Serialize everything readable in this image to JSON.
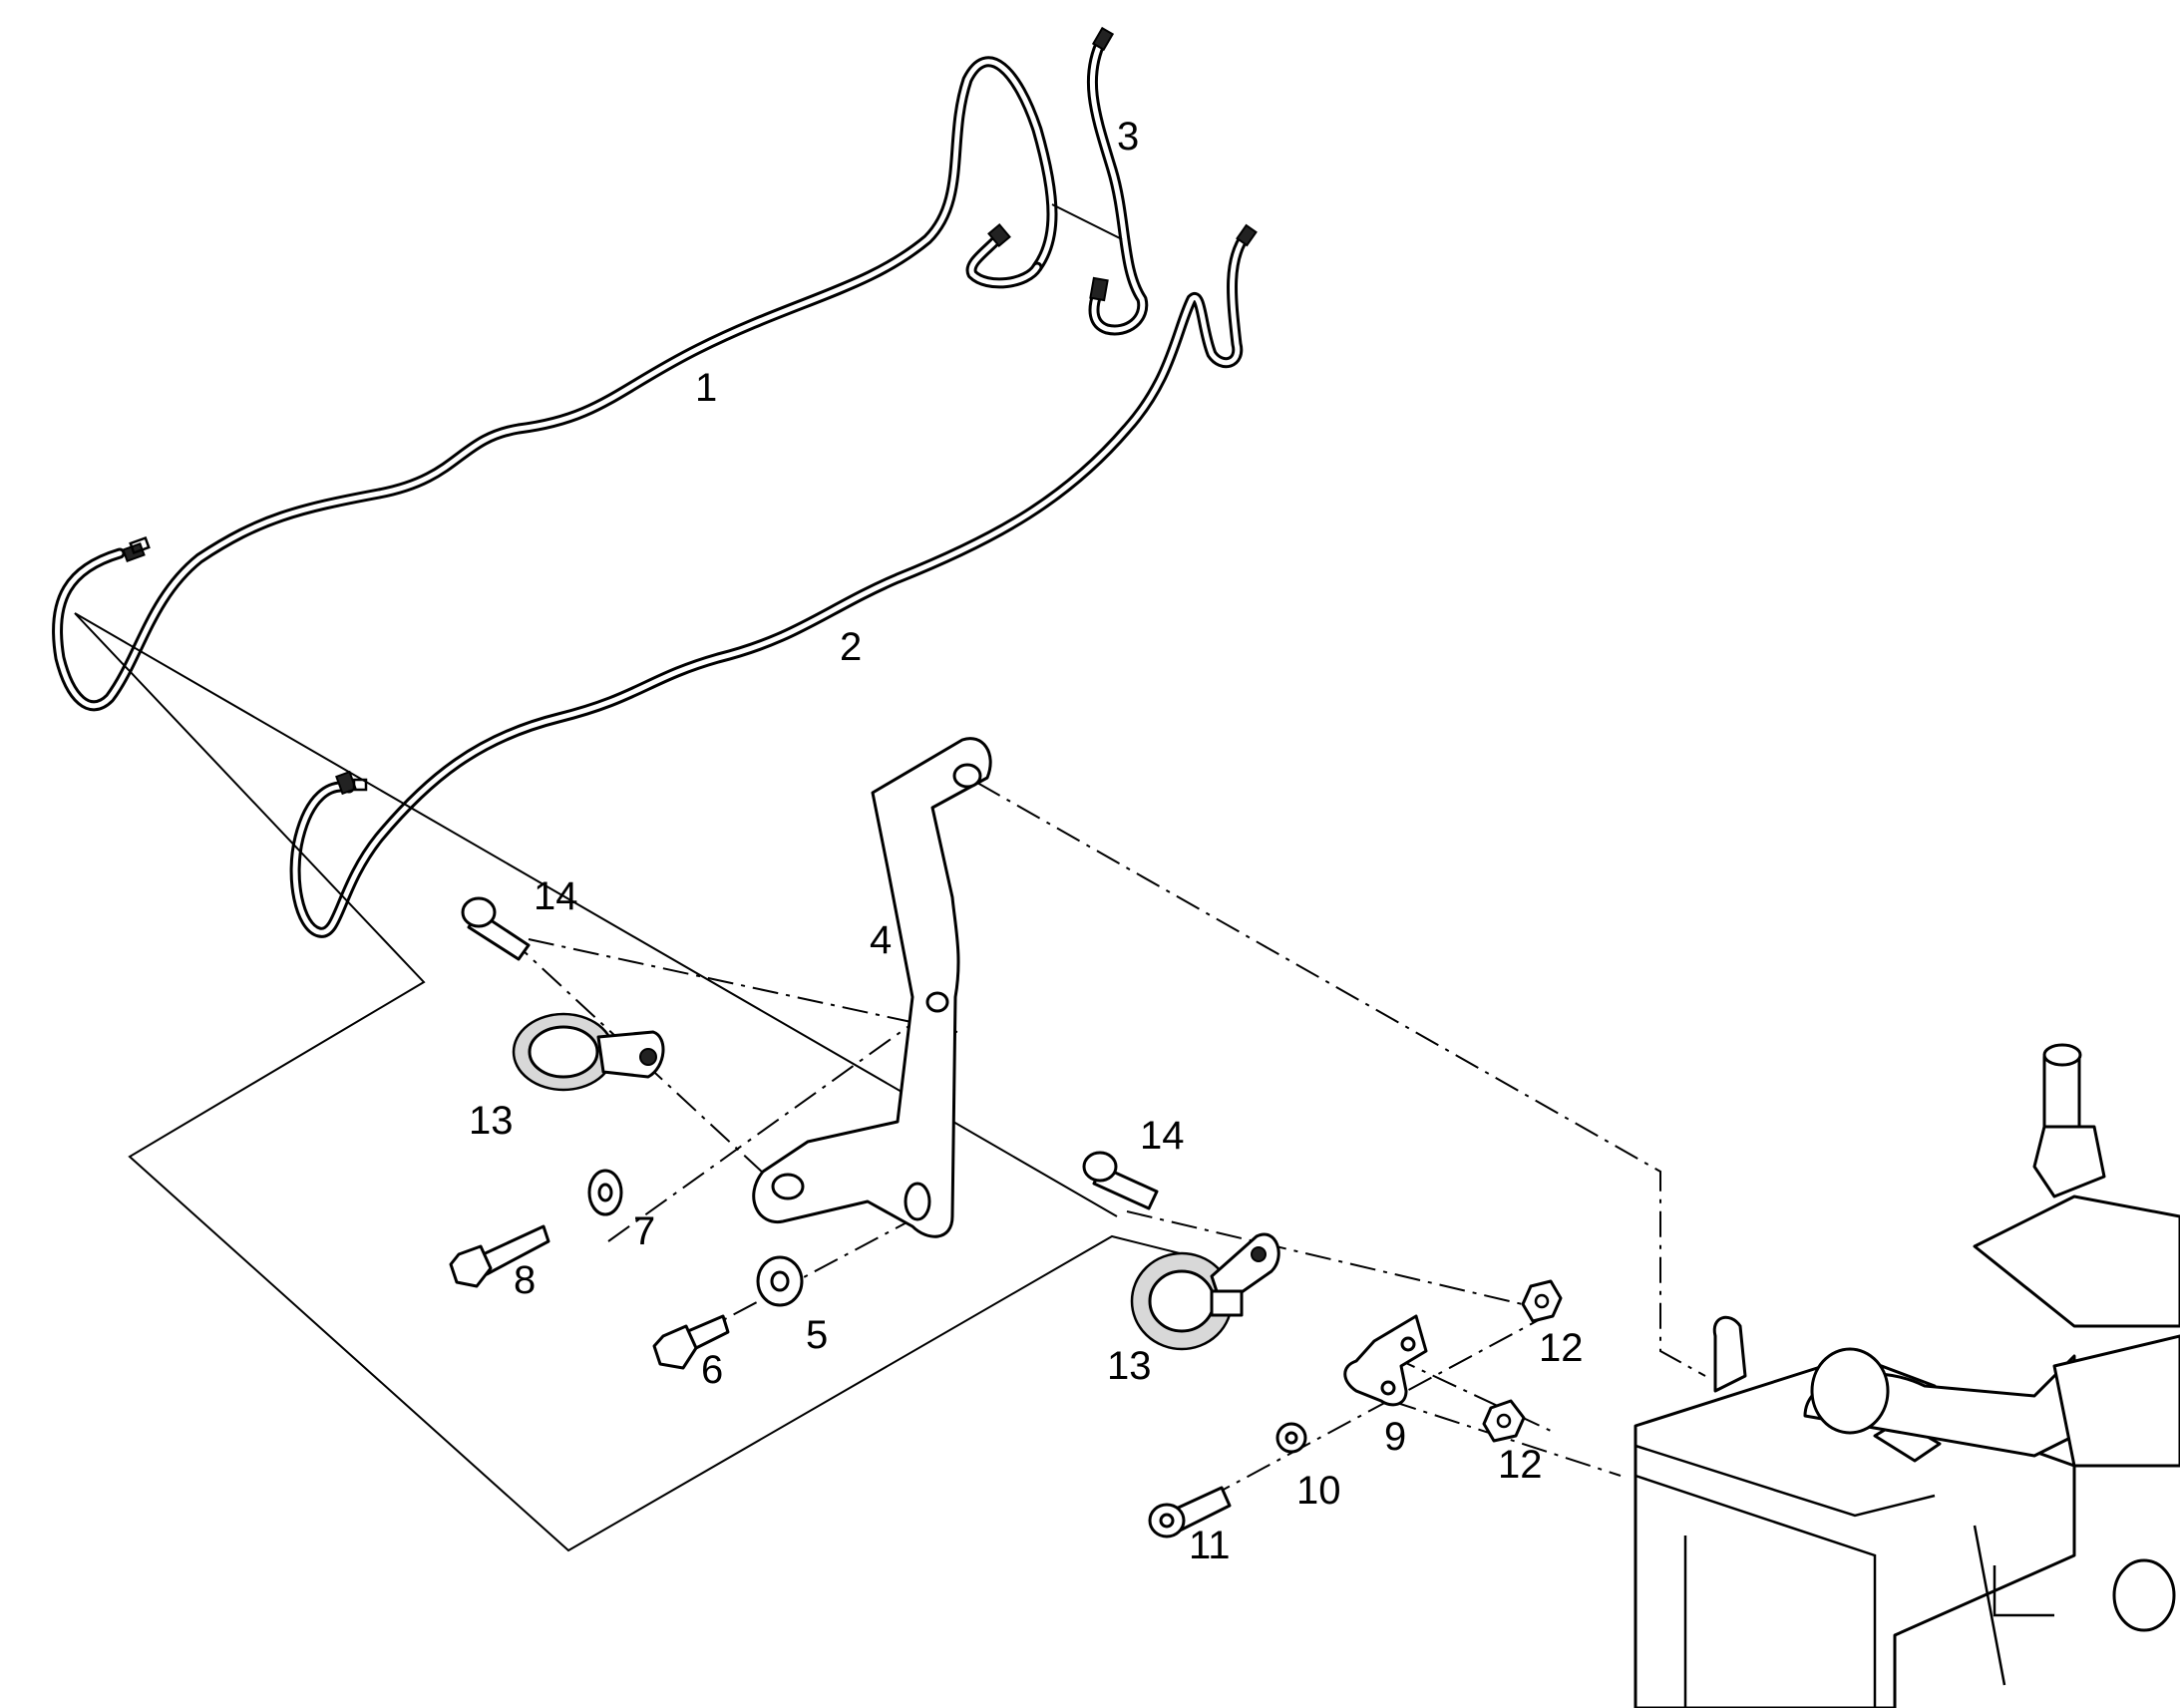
{
  "callouts": [
    {
      "id": "c1",
      "label": "1",
      "part": "hose-1"
    },
    {
      "id": "c2",
      "label": "2",
      "part": "hose-2"
    },
    {
      "id": "c3",
      "label": "3",
      "part": "hose-3"
    },
    {
      "id": "c4",
      "label": "4",
      "part": "bracket"
    },
    {
      "id": "c5",
      "label": "5",
      "part": "washer-large"
    },
    {
      "id": "c6",
      "label": "6",
      "part": "bolt-short"
    },
    {
      "id": "c7",
      "label": "7",
      "part": "washer"
    },
    {
      "id": "c8",
      "label": "8",
      "part": "bolt-long"
    },
    {
      "id": "c9",
      "label": "9",
      "part": "small-bracket"
    },
    {
      "id": "c10",
      "label": "10",
      "part": "washer-small"
    },
    {
      "id": "c11",
      "label": "11",
      "part": "socket-screw"
    },
    {
      "id": "c12a",
      "label": "12",
      "part": "nut-upper"
    },
    {
      "id": "c12b",
      "label": "12",
      "part": "nut-lower"
    },
    {
      "id": "c13a",
      "label": "13",
      "part": "clamp-left"
    },
    {
      "id": "c13b",
      "label": "13",
      "part": "clamp-right"
    },
    {
      "id": "c14a",
      "label": "14",
      "part": "screw-upper-left"
    },
    {
      "id": "c14b",
      "label": "14",
      "part": "screw-upper-right"
    }
  ],
  "colors": {
    "line": "#000000",
    "background": "#ffffff"
  }
}
